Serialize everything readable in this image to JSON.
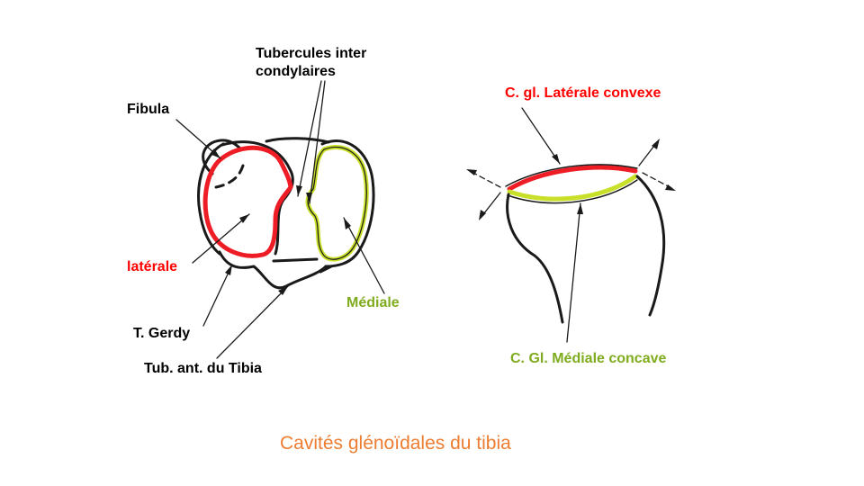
{
  "labels": {
    "tubercules_line1": "Tubercules inter",
    "tubercules_line2": "condylaires",
    "fibula": "Fibula",
    "laterale": "latérale",
    "mediale": "Médiale",
    "t_gerdy": "T. Gerdy",
    "tub_ant": "Tub. ant. du Tibia",
    "c_gl_laterale": "C. gl. Latérale convexe",
    "c_gl_mediale": "C. Gl. Médiale concave"
  },
  "title": "Cavités glénoïdales du tibia",
  "colors": {
    "lateral": "#ee1c25",
    "medial": "#c9e02a",
    "outline": "#1a1a1a",
    "title": "#ed7d31",
    "medial_label": "#7fac1e"
  }
}
